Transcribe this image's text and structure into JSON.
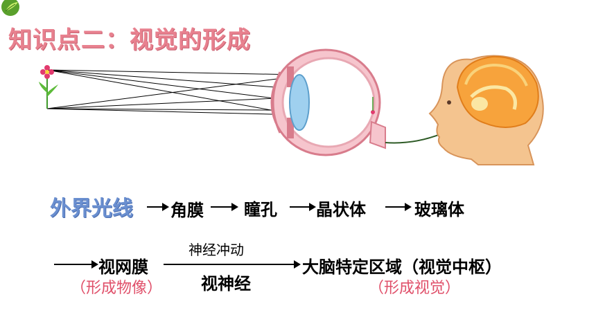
{
  "title": "知识点二：视觉的形成",
  "flow": {
    "lead": "外界光线",
    "step1": "角膜",
    "step2": "瞳孔",
    "step3": "晶状体",
    "step4": "玻璃体",
    "step5": "视网膜",
    "step5_note": "（形成物像）",
    "arrow_top": "神经冲动",
    "arrow_bottom": "视神经",
    "step6": "大脑特定区域（视觉中枢）",
    "step6_note": "（形成视觉）"
  },
  "colors": {
    "title": "#e8818f",
    "lead": "#6a8fd0",
    "note": "#e0506a",
    "eye_wall": "#e8909e",
    "lens": "#9fd0ef"
  },
  "icons": [
    "logo-leaf-icon",
    "flower-icon",
    "eye-icon",
    "head-brain-icon"
  ]
}
